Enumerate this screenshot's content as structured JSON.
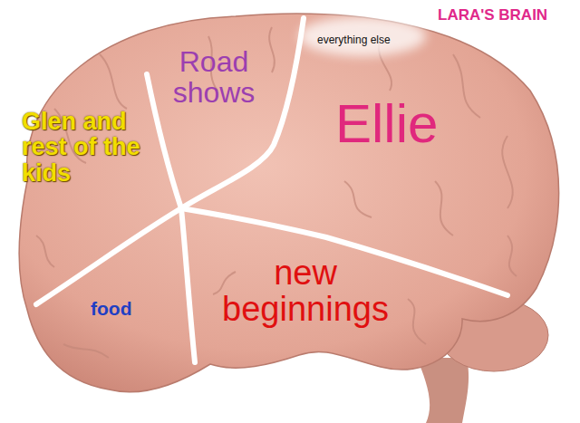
{
  "diagram": {
    "title": "LARA'S BRAIN",
    "labels": [
      "Road shows",
      "everything else",
      "Ellie",
      "Glen and rest of the kids",
      "food",
      "new beginnings"
    ]
  }
}
